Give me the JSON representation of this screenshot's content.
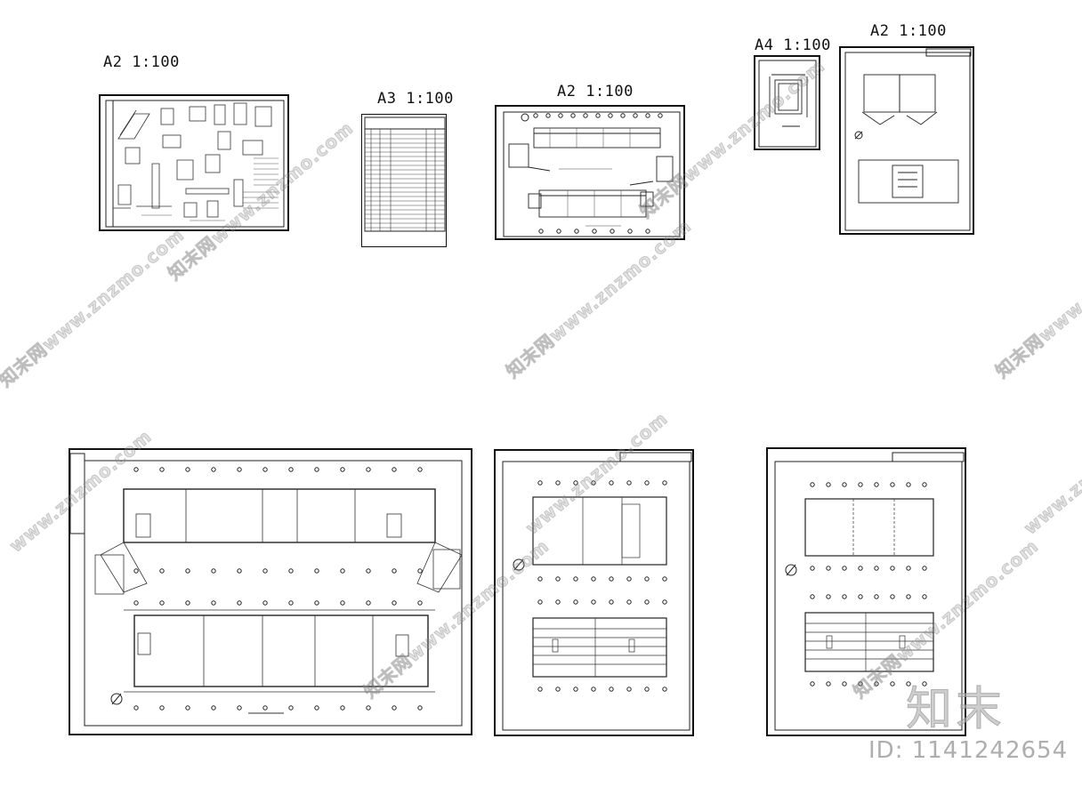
{
  "sheet_labels": {
    "s1": "A2  1:100",
    "s2": "A3   1:100",
    "s3": "A2  1:100",
    "s4": "A4  1:100",
    "s5": "A2  1:100"
  },
  "watermarks": {
    "cn": "知末网www.znzmo.com",
    "en": "www.znzmo.com"
  },
  "brand": {
    "logo_text": "知末",
    "id_text": "ID: 1141242654"
  },
  "colors": {
    "line": "#111111",
    "watermark": "#9a9a9a",
    "brand": "#b4b4b4"
  }
}
